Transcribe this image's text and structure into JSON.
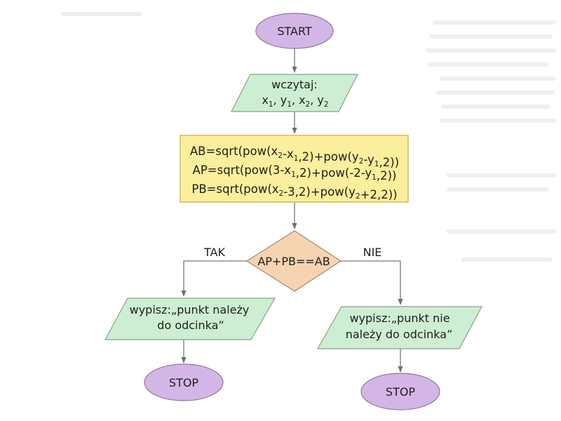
{
  "colors": {
    "terminal": "#d4b6e6",
    "io": "#cdeed2",
    "process": "#fbee9c",
    "process_border": "#c8b440",
    "decision": "#f6d3b1",
    "stroke": "#7a7a7a"
  },
  "nodes": {
    "start": {
      "text": "START"
    },
    "input": {
      "title": "wczytaj:",
      "vars": [
        {
          "base": "x",
          "sub": "1",
          "sep": ", "
        },
        {
          "base": "y",
          "sub": "1",
          "sep": ", "
        },
        {
          "base": "x",
          "sub": "2",
          "sep": ", "
        },
        {
          "base": "y",
          "sub": "2",
          "sep": ""
        }
      ]
    },
    "process": {
      "lines": [
        [
          {
            "t": "AB=sqrt(pow(x"
          },
          {
            "t": "2",
            "sub": true
          },
          {
            "t": "-x"
          },
          {
            "t": "1",
            "sub": true
          },
          {
            "t": ",2)+pow(y"
          },
          {
            "t": "2",
            "sub": true
          },
          {
            "t": "-y"
          },
          {
            "t": "1",
            "sub": true
          },
          {
            "t": ",2))"
          }
        ],
        [
          {
            "t": "AP=sqrt(pow(3-x"
          },
          {
            "t": "1",
            "sub": true
          },
          {
            "t": ",2)+pow(-2-y"
          },
          {
            "t": "1",
            "sub": true
          },
          {
            "t": ",2))"
          }
        ],
        [
          {
            "t": "PB=sqrt(pow(x"
          },
          {
            "t": "2",
            "sub": true
          },
          {
            "t": "-3,2)+pow(y"
          },
          {
            "t": "2",
            "sub": true
          },
          {
            "t": "+2,2))"
          }
        ]
      ]
    },
    "decision": {
      "text": "AP+PB==AB"
    },
    "branch_yes": {
      "label": "TAK"
    },
    "branch_no": {
      "label": "NIE"
    },
    "output_yes": {
      "line1": "wypisz:„punkt należy",
      "line2": "do odcinka”"
    },
    "output_no": {
      "line1": "wypisz:„punkt nie",
      "line2": "należy do odcinka”"
    },
    "stop_yes": {
      "text": "STOP"
    },
    "stop_no": {
      "text": "STOP"
    }
  }
}
